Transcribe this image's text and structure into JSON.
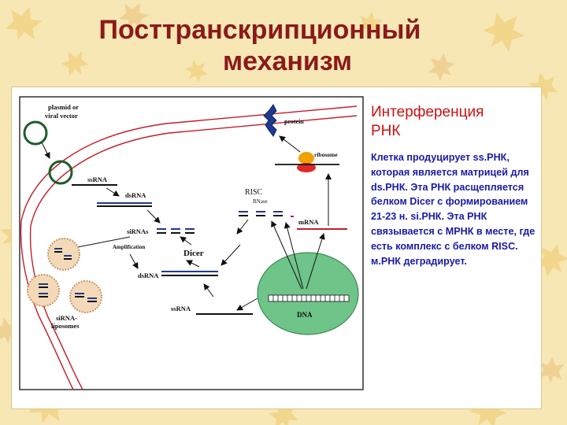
{
  "slide": {
    "title_line1": "Посттранскрипционный",
    "title_line2": "механизм"
  },
  "colors": {
    "title": "#8b1a1a",
    "side_title": "#cc1111",
    "side_text": "#1a1aa6",
    "membrane": "#c0202a",
    "nucleus": "#6fc48a",
    "vector_ring": "#1f5c2a",
    "liposome": "#f3d9b8",
    "protein": "#1f3a8c",
    "ribosome_small": "#e12828",
    "ribosome_large": "#f0a000"
  },
  "diagram": {
    "labels": {
      "plasmid_line1": "plasmid or",
      "plasmid_line2": "viral vector",
      "ssrna_top": "ssRNA",
      "dsrna_top": "dsRNA",
      "sirnas": "siRNAs",
      "amplification": "Amplification",
      "dicer": "Dicer",
      "dsrna_bottom": "dsRNA",
      "ssrna_bottom": "ssRNA",
      "sirna_liposomes_line1": "siRNA-",
      "sirna_liposomes_line2": "liposomes",
      "risc": "RISC",
      "rnase": "RNase",
      "mrna": "mRNA",
      "protein": "protein",
      "ribosome": "ribosome",
      "dna": "DNA"
    }
  },
  "side": {
    "title_line1": "Интерференция",
    "title_line2": "РНК",
    "body": "Клетка продуцирует ss.РНК, которая является матрицей для ds.РНК. Эта РНК расщепляется белком Dicer с формированием 21-23 н. si.РНК. Эта РНК связывается с МРНК в месте, где есть комплекс с белком RISC. м.РНК деградирует."
  }
}
